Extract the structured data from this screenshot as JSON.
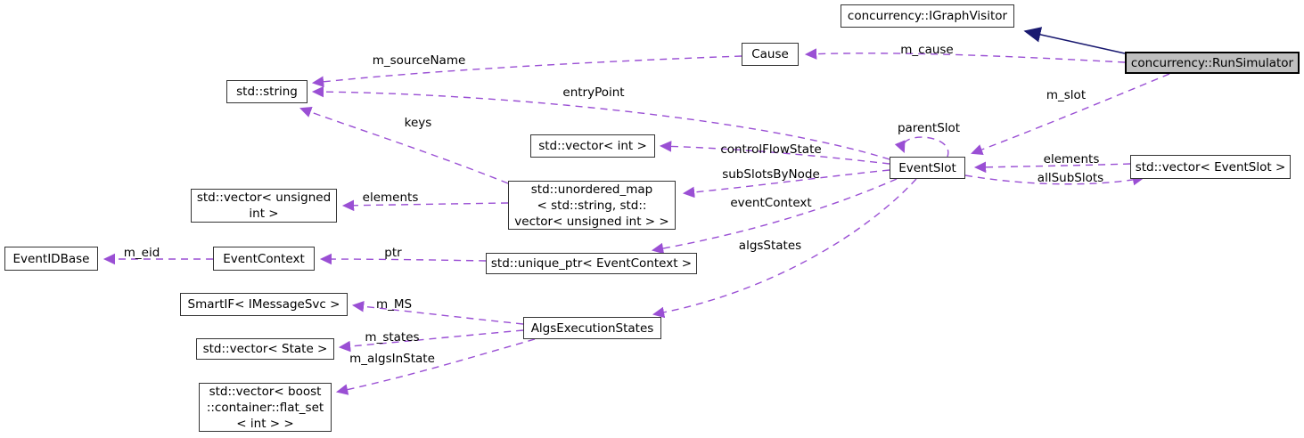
{
  "diagram": {
    "title": "concurrency::RunSimulator collaboration graph",
    "nodes": {
      "igraphvisitor": {
        "label": "concurrency::IGraphVisitor"
      },
      "runsimulator": {
        "label": "concurrency::RunSimulator"
      },
      "cause": {
        "label": "Cause"
      },
      "stdstring": {
        "label": "std::string"
      },
      "vector_int": {
        "label": "std::vector< int >"
      },
      "eventslot": {
        "label": "EventSlot"
      },
      "vector_eventslot": {
        "label": "std::vector< EventSlot >"
      },
      "unordered_map": {
        "label": "std::unordered_map\n< std::string, std::\nvector< unsigned int > >"
      },
      "vector_unsigned": {
        "label": "std::vector< unsigned\nint >"
      },
      "eventidbase": {
        "label": "EventIDBase"
      },
      "eventcontext": {
        "label": "EventContext"
      },
      "unique_ptr": {
        "label": "std::unique_ptr< EventContext >"
      },
      "smartif": {
        "label": "SmartIF< IMessageSvc >"
      },
      "vector_state": {
        "label": "std::vector< State >"
      },
      "algsexecstates": {
        "label": "AlgsExecutionStates"
      },
      "vector_flatset": {
        "label": "std::vector< boost\n::container::flat_set\n< int > >"
      }
    },
    "edge_labels": {
      "m_cause": "m_cause",
      "m_slot": "m_slot",
      "m_sourceName": "m_sourceName",
      "entryPoint": "entryPoint",
      "keys": "keys",
      "controlFlowState": "controlFlowState",
      "subSlotsByNode": "subSlotsByNode",
      "eventContext": "eventContext",
      "algsStates": "algsStates",
      "parentSlot": "parentSlot",
      "elements_left": "elements",
      "elements_right": "elements",
      "allSubSlots": "allSubSlots",
      "ptr": "ptr",
      "m_eid": "m_eid",
      "m_MS": "m_MS",
      "m_states": "m_states",
      "m_algsInState": "m_algsInState"
    },
    "colors": {
      "member_edge": "#9a4fd4",
      "inheritance_edge": "#191970",
      "node_border": "#343434",
      "current_node_fill": "#bfbfbf",
      "background": "#ffffff"
    }
  }
}
